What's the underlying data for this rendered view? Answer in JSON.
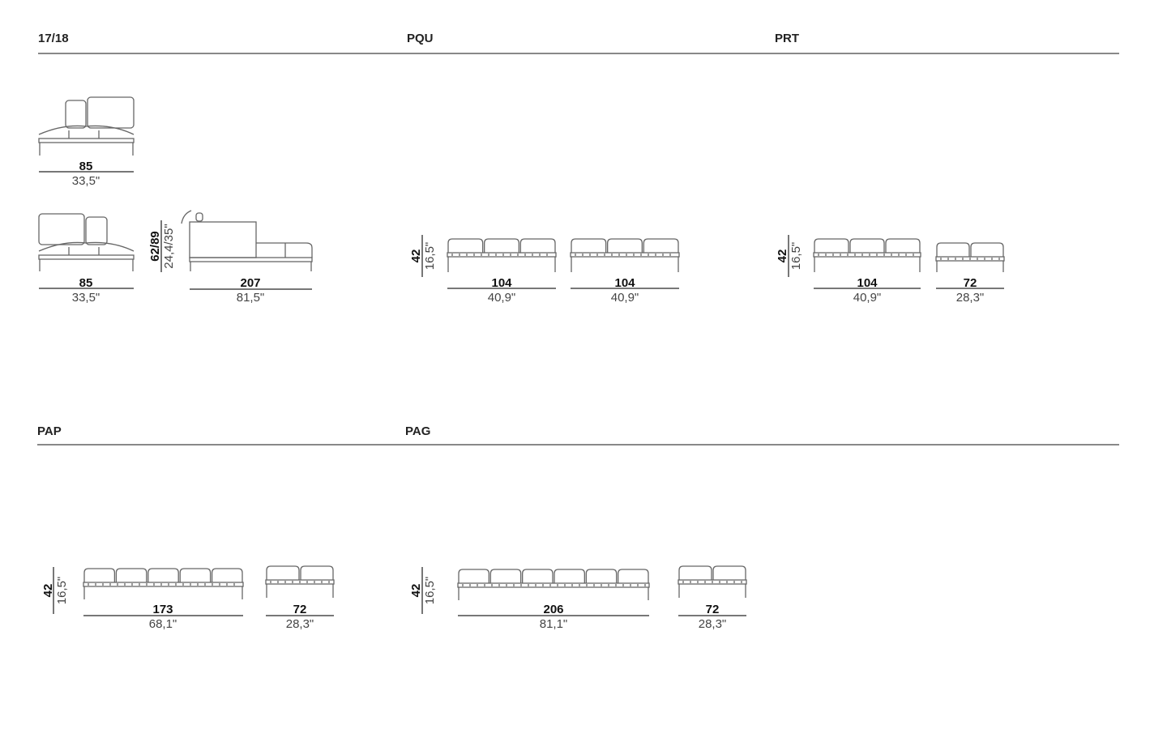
{
  "sections": [
    {
      "title": "17/18"
    },
    {
      "title": "PQU"
    },
    {
      "title": "PRT"
    },
    {
      "title": "PAP"
    },
    {
      "title": "PAG"
    }
  ],
  "dimensions": {
    "s1718_a": {
      "cm": "85",
      "in": "33,5\""
    },
    "s1718_b": {
      "cm": "85",
      "in": "33,5\""
    },
    "s1718_height": {
      "cm": "62/89",
      "in": "24,4/35\""
    },
    "s1718_c": {
      "cm": "207",
      "in": "81,5\""
    },
    "pqu_height": {
      "cm": "42",
      "in": "16,5\""
    },
    "pqu_a": {
      "cm": "104",
      "in": "40,9\""
    },
    "pqu_b": {
      "cm": "104",
      "in": "40,9\""
    },
    "prt_height": {
      "cm": "42",
      "in": "16,5\""
    },
    "prt_a": {
      "cm": "104",
      "in": "40,9\""
    },
    "prt_b": {
      "cm": "72",
      "in": "28,3\""
    },
    "pap_height": {
      "cm": "42",
      "in": "16,5\""
    },
    "pap_a": {
      "cm": "173",
      "in": "68,1\""
    },
    "pap_b": {
      "cm": "72",
      "in": "28,3\""
    },
    "pag_height": {
      "cm": "42",
      "in": "16,5\""
    },
    "pag_a": {
      "cm": "206",
      "in": "81,1\""
    },
    "pag_b": {
      "cm": "72",
      "in": "28,3\""
    }
  }
}
